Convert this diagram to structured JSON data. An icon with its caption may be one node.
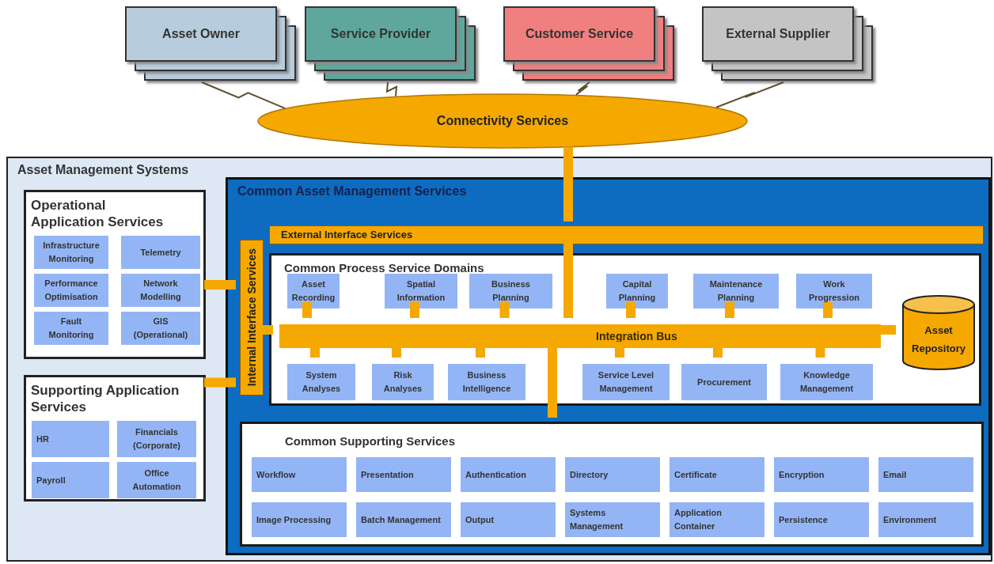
{
  "diagram": {
    "nodes": [
      {
        "text": [
          "Asset Owner"
        ]
      },
      {
        "text": [
          "Service Provider"
        ]
      },
      {
        "text": [
          "Customer Service"
        ]
      },
      {
        "text": [
          "External Supplier"
        ]
      },
      {
        "text": [
          "Connectivity Services"
        ]
      },
      {
        "text": [
          "Asset Management Systems"
        ]
      },
      {
        "text": [
          "Operational Application Services"
        ],
        "in": 5
      },
      {
        "text": [
          "Infrastructure Monitoring"
        ],
        "in": 6
      },
      {
        "text": [
          "Telemetry"
        ],
        "in": 6
      },
      {
        "text": [
          "Performance Optimisation"
        ],
        "in": 6
      },
      {
        "text": [
          "Network Modelling"
        ],
        "in": 6
      },
      {
        "text": [
          "Fault Monitoring"
        ],
        "in": 6
      },
      {
        "text": [
          "GIS (Operational)"
        ],
        "in": 6
      },
      {
        "text": [
          "Supporting Application Services"
        ],
        "in": 5
      },
      {
        "text": [
          "HR"
        ],
        "in": 13
      },
      {
        "text": [
          "Financials (Corporate)"
        ],
        "in": 13
      },
      {
        "text": [
          "Payroll"
        ],
        "in": 13
      },
      {
        "text": [
          "Office Automation"
        ],
        "in": 13
      },
      {
        "text": [
          "Common Asset Management Services"
        ],
        "in": 5
      },
      {
        "text": [
          "External Interface Services"
        ],
        "in": 18
      },
      {
        "text": [
          "Internal Interface Services"
        ],
        "in": 18
      },
      {
        "text": [
          "Common Process Service Domains"
        ],
        "in": 18
      },
      {
        "text": [
          "Asset Recording"
        ],
        "in": 21
      },
      {
        "text": [
          "Spatial Information"
        ],
        "in": 21
      },
      {
        "text": [
          "Business Planning"
        ],
        "in": 21
      },
      {
        "text": [
          "Capital Planning"
        ],
        "in": 21
      },
      {
        "text": [
          "Maintenance Planning"
        ],
        "in": 21
      },
      {
        "text": [
          "Work Progression"
        ],
        "in": 21
      },
      {
        "text": [
          "Integration Bus"
        ],
        "in": 21
      },
      {
        "text": [
          "Asset Repository"
        ],
        "in": 21
      },
      {
        "text": [
          "System Analyses"
        ],
        "in": 21
      },
      {
        "text": [
          "Risk Analyses"
        ],
        "in": 21
      },
      {
        "text": [
          "Business Intelligence"
        ],
        "in": 21
      },
      {
        "text": [
          "Service Level Management"
        ],
        "in": 21
      },
      {
        "text": [
          "Procurement"
        ],
        "in": 21
      },
      {
        "text": [
          "Knowledge Management"
        ],
        "in": 21
      },
      {
        "text": [
          "Common Supporting Services"
        ],
        "in": 18
      },
      {
        "text": [
          "Workflow"
        ],
        "in": 36
      },
      {
        "text": [
          "Presentation"
        ],
        "in": 36
      },
      {
        "text": [
          "Authentication"
        ],
        "in": 36
      },
      {
        "text": [
          "Directory"
        ],
        "in": 36
      },
      {
        "text": [
          "Certificate"
        ],
        "in": 36
      },
      {
        "text": [
          "Encryption"
        ],
        "in": 36
      },
      {
        "text": [
          "Email"
        ],
        "in": 36
      },
      {
        "text": [
          "Image Processing"
        ],
        "in": 36
      },
      {
        "text": [
          "Batch Management"
        ],
        "in": 36
      },
      {
        "text": [
          "Output"
        ],
        "in": 36
      },
      {
        "text": [
          "Systems Management"
        ],
        "in": 36
      },
      {
        "text": [
          "Application Container"
        ],
        "in": 36
      },
      {
        "text": [
          "Persistence"
        ],
        "in": 36
      },
      {
        "text": [
          "Environment"
        ],
        "in": 36
      }
    ],
    "edges": [
      {
        "from": 0,
        "to": 4,
        "arrow": "none",
        "color": "#5b4f2e"
      },
      {
        "from": 1,
        "to": 4,
        "arrow": "none",
        "color": "#5b4f2e"
      },
      {
        "from": 2,
        "to": 4,
        "arrow": "none",
        "color": "#5b4f2e"
      },
      {
        "from": 3,
        "to": 4,
        "arrow": "none",
        "color": "#5b4f2e"
      },
      {
        "from": 4,
        "to": 19,
        "arrow": "none"
      },
      {
        "from": 19,
        "to": 28,
        "arrow": "none"
      },
      {
        "from": 28,
        "to": 36,
        "arrow": "none"
      },
      {
        "from": 6,
        "to": 20,
        "arrow": "none"
      },
      {
        "from": 13,
        "to": 20,
        "arrow": "none"
      },
      {
        "from": 20,
        "to": 28,
        "arrow": "none"
      },
      {
        "from": 22,
        "to": 28,
        "arrow": "none"
      },
      {
        "from": 23,
        "to": 28,
        "arrow": "none"
      },
      {
        "from": 24,
        "to": 28,
        "arrow": "none"
      },
      {
        "from": 25,
        "to": 28,
        "arrow": "none"
      },
      {
        "from": 26,
        "to": 28,
        "arrow": "none"
      },
      {
        "from": 27,
        "to": 28,
        "arrow": "none"
      },
      {
        "from": 30,
        "to": 28,
        "arrow": "none"
      },
      {
        "from": 31,
        "to": 28,
        "arrow": "none"
      },
      {
        "from": 32,
        "to": 28,
        "arrow": "none"
      },
      {
        "from": 33,
        "to": 28,
        "arrow": "none"
      },
      {
        "from": 34,
        "to": 28,
        "arrow": "none"
      },
      {
        "from": 35,
        "to": 28,
        "arrow": "none"
      },
      {
        "from": 28,
        "to": 29,
        "arrow": "none"
      }
    ]
  }
}
